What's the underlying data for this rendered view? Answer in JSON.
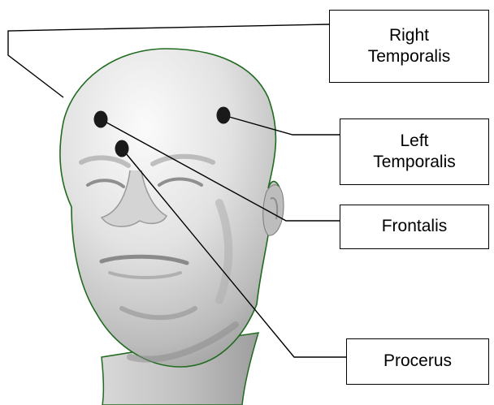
{
  "labels": {
    "right_temporalis": [
      "Right",
      "Temporalis"
    ],
    "left_temporalis": [
      "Left",
      "Temporalis"
    ],
    "frontalis": [
      "Frontalis"
    ],
    "procerus": [
      "Procerus"
    ]
  },
  "colors": {
    "head_fill": "#e6e6e6",
    "head_shade": "#9c9c9c",
    "outline": "#1f6b1f",
    "line": "#000000",
    "electrode": "#1a1a1a"
  }
}
